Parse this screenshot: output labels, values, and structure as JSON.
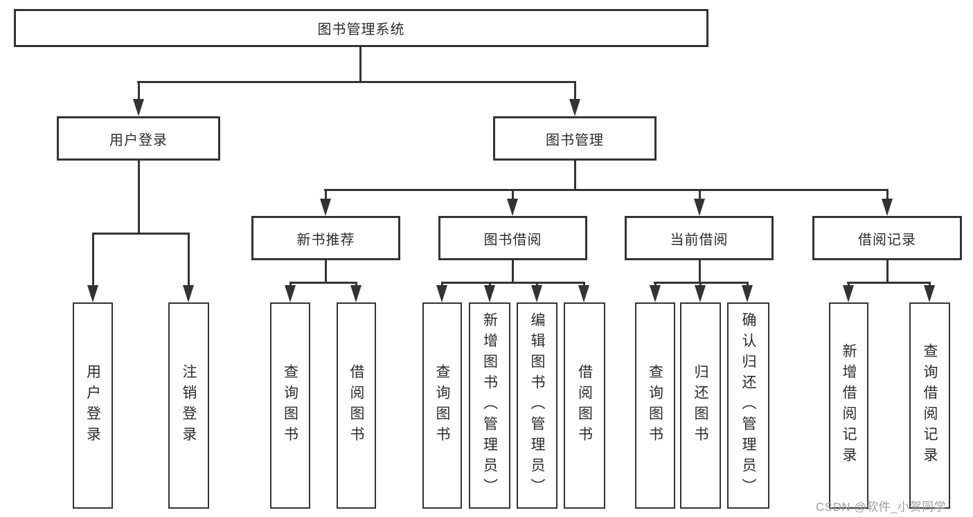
{
  "tree": {
    "root": {
      "label": "图书管理系统"
    },
    "branches": [
      {
        "label": "用户登录",
        "children": [
          {
            "label": "用户登录"
          },
          {
            "label": "注销登录"
          }
        ]
      },
      {
        "label": "图书管理",
        "groups": [
          {
            "label": "新书推荐",
            "children": [
              {
                "label": "查询图书"
              },
              {
                "label": "借阅图书"
              }
            ]
          },
          {
            "label": "图书借阅",
            "children": [
              {
                "label": "查询图书"
              },
              {
                "label": "新增图书（管理员）"
              },
              {
                "label": "编辑图书（管理员）"
              },
              {
                "label": "借阅图书"
              }
            ]
          },
          {
            "label": "当前借阅",
            "children": [
              {
                "label": "查询图书"
              },
              {
                "label": "归还图书"
              },
              {
                "label": "确认归还（管理员）"
              }
            ]
          },
          {
            "label": "借阅记录",
            "children": [
              {
                "label": "新增借阅记录"
              },
              {
                "label": "查询借阅记录"
              }
            ]
          }
        ]
      }
    ]
  },
  "watermark": {
    "text": "CSDN @软件_小贺同学"
  },
  "colors": {
    "line": "#333333",
    "box_border": "#333333",
    "box_fill": "#ffffff",
    "text": "#2b2b2b",
    "watermark": "#9c9c9c",
    "background": "#ffffff"
  }
}
